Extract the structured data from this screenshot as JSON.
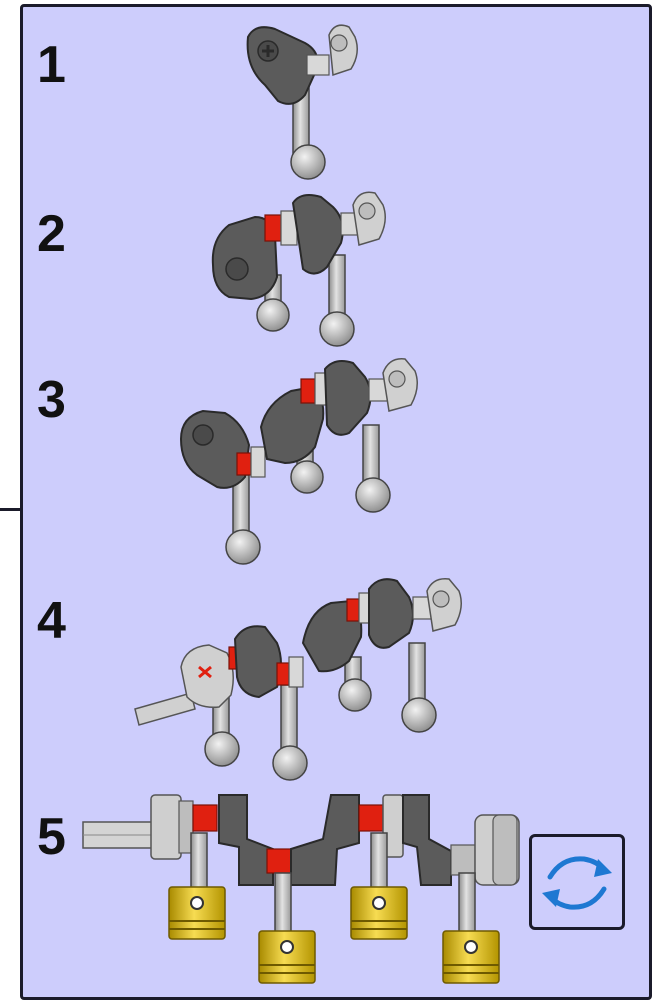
{
  "steps": [
    {
      "number": "1"
    },
    {
      "number": "2"
    },
    {
      "number": "3"
    },
    {
      "number": "4"
    },
    {
      "number": "5"
    }
  ],
  "rotate_button": {
    "icon": "rotate-arrows-icon",
    "color": "#1e78d2"
  },
  "colors": {
    "panel_background": "#cdcdfc",
    "crank_dark": "#5b5b5b",
    "connecting_rod": "#bfbfbf",
    "axle_pin": "#e02010",
    "piston": "#e6c21a",
    "border": "#1b1b2a"
  }
}
